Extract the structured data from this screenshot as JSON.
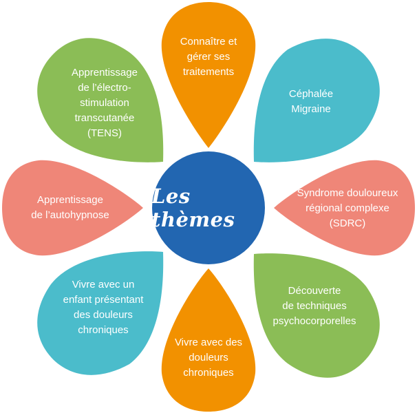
{
  "colors": {
    "orange": "#F29100",
    "teal": "#4BBCCB",
    "salmon": "#EF8678",
    "green": "#8BBD56",
    "center": "#2266B1",
    "text": "#FFFFFF"
  },
  "center": {
    "title": "Les thèmes"
  },
  "themes": {
    "top": {
      "label": "Connaître et\ngérer ses\ntraitements",
      "color": "orange"
    },
    "top_right": {
      "label": "Céphalée\nMigraine",
      "color": "teal"
    },
    "right": {
      "label": "Syndrome douloureux\nrégional complexe\n(SDRC)",
      "color": "salmon"
    },
    "bottom_right": {
      "label": "Découverte\nde techniques\npsychocorporelles",
      "color": "green"
    },
    "bottom": {
      "label": "Vivre avec des\ndouleurs\nchroniques",
      "color": "orange"
    },
    "bottom_left": {
      "label": "Vivre avec un\nenfant présentant\ndes douleurs\nchroniques",
      "color": "teal"
    },
    "left": {
      "label": "Apprentissage\nde l’autohypnose",
      "color": "salmon"
    },
    "top_left": {
      "label": "Apprentissage\nde l’électro-\nstimulation\ntranscutanée\n(TENS)",
      "color": "green"
    }
  }
}
